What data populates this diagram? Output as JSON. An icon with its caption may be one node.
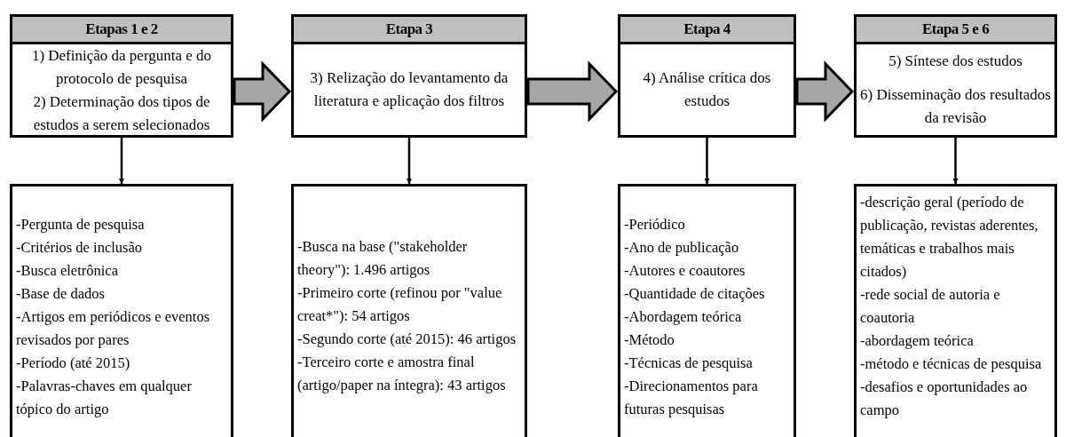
{
  "diagram": {
    "nodes": [
      {
        "text": [
          "Etapas 1 e 2",
          "1) Definição da pergunta e do protocolo de pesquisa",
          "2) Determinação dos tipos de estudos a serem selecionados"
        ]
      },
      {
        "text": [
          "Etapa 3",
          "3) Relização do levantamento da literatura e aplicação dos filtros"
        ]
      },
      {
        "text": [
          "Etapa 4",
          "4) Análise crítica dos estudos"
        ]
      },
      {
        "text": [
          "Etapa 5 e 6",
          "5) Síntese dos estudos",
          "6) Disseminação dos resultados da revisão"
        ]
      },
      {
        "text": [
          "-Pergunta de pesquisa",
          "-Critérios de inclusão",
          "-Busca eletrônica",
          "-Base de dados",
          "-Artigos em periódicos e eventos revisados por pares",
          "-Período (até 2015)",
          "-Palavras-chaves em qualquer tópico do artigo"
        ]
      },
      {
        "text": [
          "-Busca na base (\"stakeholder theory\"): 1.496 artigos",
          "-Primeiro corte (refinou por \"value creat*\"): 54 artigos",
          "-Segundo corte (até 2015): 46 artigos",
          "-Terceiro corte e amostra final (artigo/paper na íntegra): 43 artigos"
        ]
      },
      {
        "text": [
          "-Periódico",
          "-Ano de publicação",
          "-Autores e coautores",
          "-Quantidade de citações",
          "-Abordagem teórica",
          "-Método",
          "-Técnicas de pesquisa",
          "-Direcionamentos para futuras pesquisas"
        ]
      },
      {
        "text": [
          "-descrição geral (período de publicação, revistas aderentes, temáticas e trabalhos mais citados)",
          "-rede social de autoria e coautoria",
          "-abordagem teórica",
          "-método e técnicas de pesquisa",
          "-desafios e oportunidades ao campo"
        ]
      }
    ],
    "edges": [
      {
        "from": 0,
        "to": 1,
        "arrow": "to",
        "style": "thick",
        "color": "#a6a6a6"
      },
      {
        "from": 1,
        "to": 2,
        "arrow": "to",
        "style": "thick",
        "color": "#a6a6a6"
      },
      {
        "from": 2,
        "to": 3,
        "arrow": "to",
        "style": "thick",
        "color": "#a6a6a6"
      },
      {
        "from": 0,
        "to": 4,
        "arrow": "to"
      },
      {
        "from": 1,
        "to": 5,
        "arrow": "to"
      },
      {
        "from": 2,
        "to": 6,
        "arrow": "to"
      },
      {
        "from": 3,
        "to": 7,
        "arrow": "to"
      }
    ]
  }
}
